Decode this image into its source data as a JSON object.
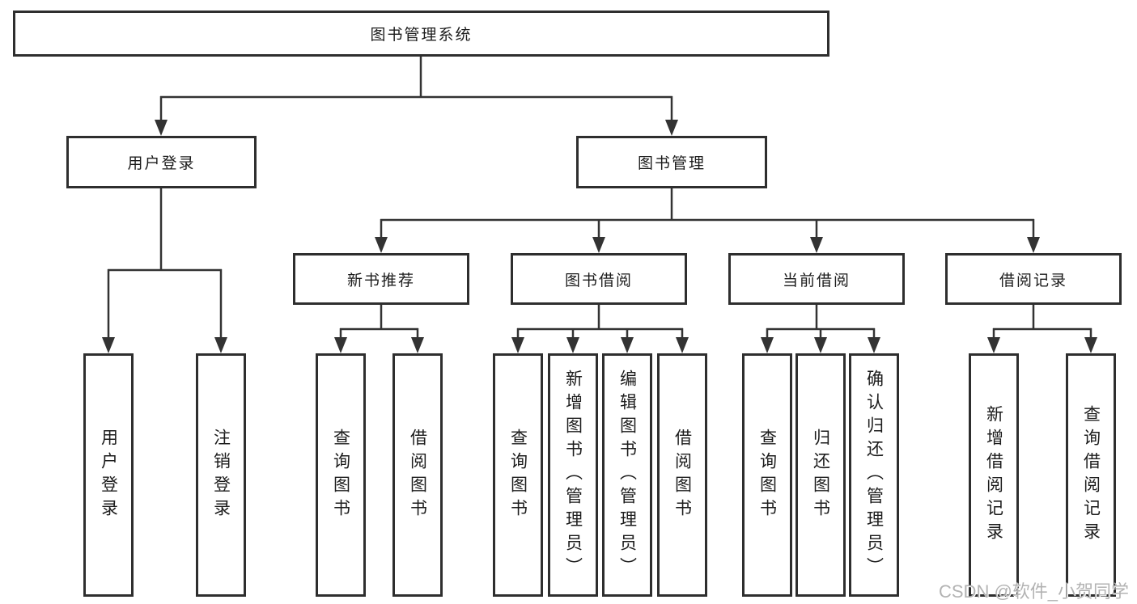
{
  "tree": {
    "label": "图书管理系统",
    "children": [
      {
        "label": "用户登录",
        "children": [
          {
            "label": "用户登录"
          },
          {
            "label": "注销登录"
          }
        ]
      },
      {
        "label": "图书管理",
        "children": [
          {
            "label": "新书推荐",
            "children": [
              {
                "label": "查询图书"
              },
              {
                "label": "借阅图书"
              }
            ]
          },
          {
            "label": "图书借阅",
            "children": [
              {
                "label": "查询图书"
              },
              {
                "label": "新增图书（管理员）"
              },
              {
                "label": "编辑图书（管理员）"
              },
              {
                "label": "借阅图书"
              }
            ]
          },
          {
            "label": "当前借阅",
            "children": [
              {
                "label": "查询图书"
              },
              {
                "label": "归还图书"
              },
              {
                "label": "确认归还（管理员）"
              }
            ]
          },
          {
            "label": "借阅记录",
            "children": [
              {
                "label": "新增借阅记录"
              },
              {
                "label": "查询借阅记录"
              }
            ]
          }
        ]
      }
    ]
  },
  "watermark": "CSDN @软件_小贺同学",
  "colors": {
    "line": "#333333",
    "box_border": "#2e2e2e",
    "text": "#1c1c1c",
    "watermark": "#b3b3b3",
    "background": "#ffffff"
  }
}
